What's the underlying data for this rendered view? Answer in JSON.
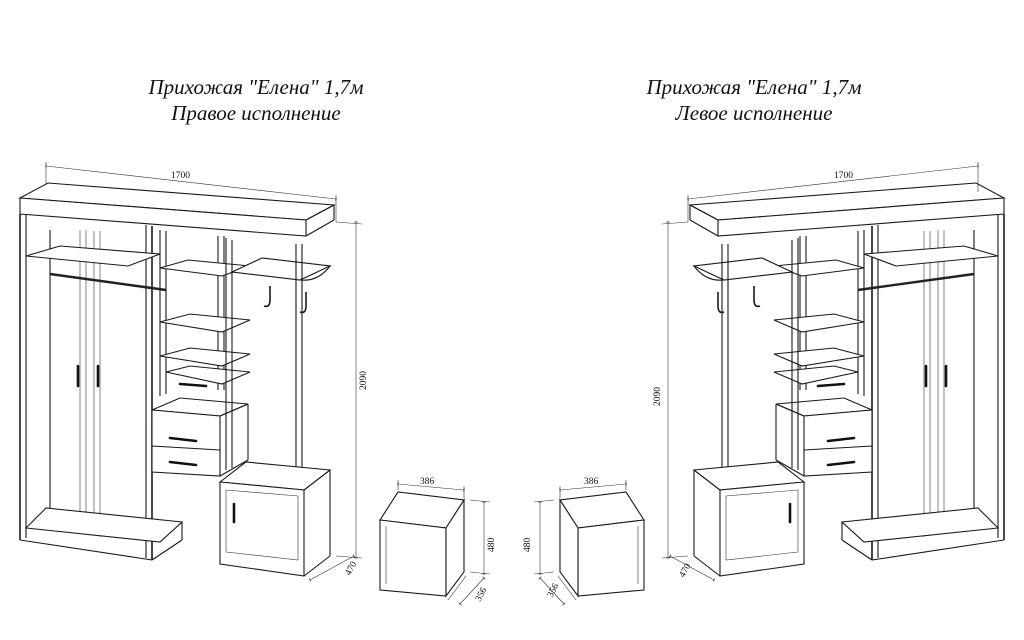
{
  "titles": {
    "right_variant": {
      "line1": "Прихожая \"Елена\" 1,7м",
      "line2": "Правое исполнение"
    },
    "left_variant": {
      "line1": "Прихожая \"Елена\" 1,7м",
      "line2": "Левое исполнение"
    }
  },
  "dimensions": {
    "width": "1700",
    "height": "2090",
    "depth": "470",
    "pouf_width": "386",
    "pouf_height": "480",
    "pouf_depth": "356"
  }
}
